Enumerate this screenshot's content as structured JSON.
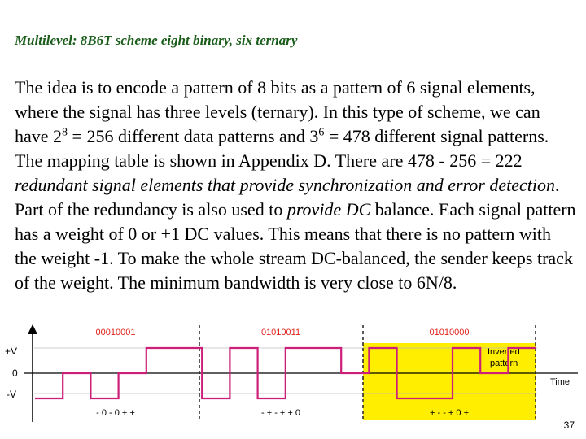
{
  "slide": {
    "title": "Multilevel: 8B6T scheme eight binary, six ternary",
    "paragraph": {
      "p1": "The idea is to encode a pattern of 8 bits as a pattern of 6 signal elements, where the signal has three levels (ternary). In this type of scheme, we can have 2",
      "exp1": "8",
      "p2": " = 256 different data patterns and 3",
      "exp2": "6",
      "p3": " = 478 different signal patterns. The mapping table is shown in Appendix D. There are 478 - 256 = 222 ",
      "i1": "redundant signal elements that provide synchronization and error detection",
      "p4": ". Part of the redundancy is also used to ",
      "i2": "provide DC",
      "p5": " balance. Each signal pattern has a weight of 0 or +1 DC values. This means that there is no pattern with the weight -1. To make the whole stream DC-balanced, the sender keeps track of the weight. The minimum bandwidth is very close to 6N/8."
    },
    "page_number": "37"
  },
  "diagram": {
    "y_labels": [
      "+V",
      "0",
      "-V"
    ],
    "x_axis_label": "Time",
    "binary_patterns": [
      "00010001",
      "01010011",
      "01010000"
    ],
    "ternary_patterns": [
      "- 0 - 0 + +",
      "- + - + + 0",
      "+ - - + 0 +"
    ],
    "inverted_label_line1": "Inverted",
    "inverted_label_line2": "pattern",
    "colors": {
      "pattern_label": "#e0201a",
      "highlight": "#ffee00",
      "signal": "#cc1f7a",
      "divider": "#222222"
    },
    "signal_levels": [
      -1,
      0,
      -1,
      0,
      1,
      1,
      -1,
      1,
      -1,
      1,
      1,
      0,
      1,
      -1,
      -1,
      1,
      0,
      1
    ]
  }
}
